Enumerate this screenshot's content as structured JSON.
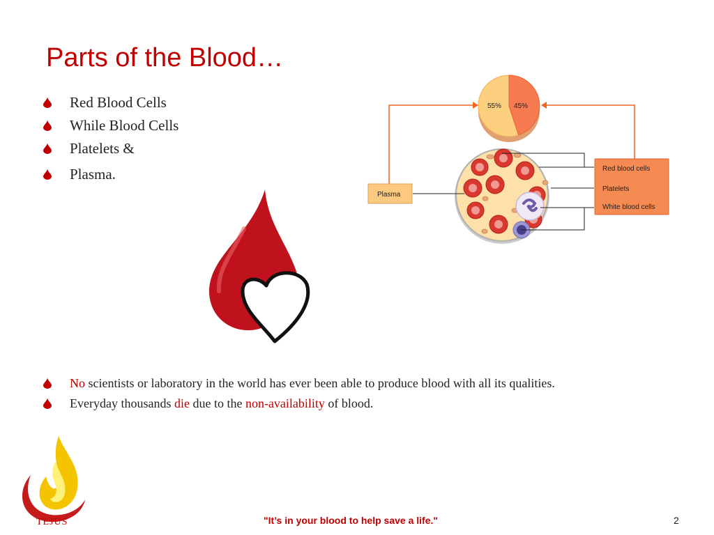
{
  "slide": {
    "title": "Parts of the Blood…",
    "components": [
      {
        "label": "Red Blood Cells"
      },
      {
        "label": "While Blood Cells"
      },
      {
        "label": "Platelets &"
      },
      {
        "label": "Plasma."
      }
    ],
    "facts": [
      {
        "highlight": "No",
        "rest": " scientists or laboratory in the world has ever been able to produce blood with all its qualities."
      },
      {
        "pre": "Everyday thousands ",
        "highlight1": "die",
        "mid": " due to the ",
        "highlight2": "non-availability",
        "post": " of blood."
      }
    ],
    "footer_quote": "\"It’s in your blood to help save a life.\"",
    "page_number": "2",
    "logo_text": "TEJUS"
  },
  "diagram": {
    "plasma_label": "Plasma",
    "cells_label": "Red blood cells",
    "platelets_label": "Platelets",
    "wbc_label": "White blood cells",
    "pie": {
      "plasma_pct": "55%",
      "cells_pct": "45%",
      "plasma_value": 55,
      "cells_value": 45
    }
  },
  "colors": {
    "accent": "#c00000",
    "connector": "#f26522",
    "box": "#f58b52",
    "plasma_box": "#fbc97f"
  }
}
